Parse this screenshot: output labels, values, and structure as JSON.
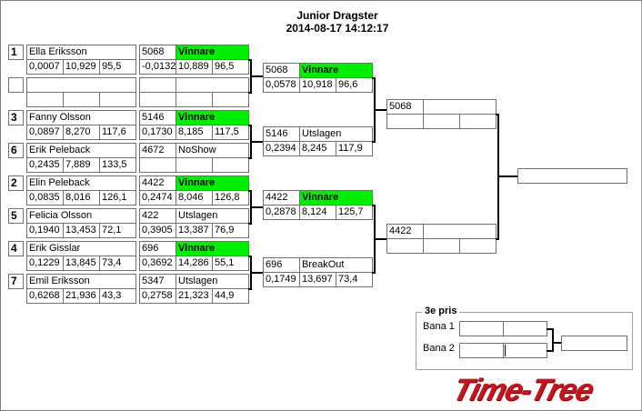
{
  "header": {
    "title": "Junior Dragster",
    "datetime": "2014-08-17 14:12:17"
  },
  "seeds": [
    {
      "seed": "1",
      "name": "Ella Eriksson",
      "rt": "0,0007",
      "et": "10,929",
      "speed": "95,5"
    },
    {
      "seed": "",
      "name": "",
      "rt": "",
      "et": "",
      "speed": ""
    },
    {
      "seed": "3",
      "name": "Fanny Olsson",
      "rt": "0,0897",
      "et": "8,270",
      "speed": "117,6"
    },
    {
      "seed": "6",
      "name": "Erik Peleback",
      "rt": "0,2435",
      "et": "7,889",
      "speed": "133,5"
    },
    {
      "seed": "2",
      "name": "Elin Peleback",
      "rt": "0,0835",
      "et": "8,016",
      "speed": "126,1"
    },
    {
      "seed": "5",
      "name": "Felicia Olsson",
      "rt": "0,1940",
      "et": "13,453",
      "speed": "72,1"
    },
    {
      "seed": "4",
      "name": "Erik Gisslar",
      "rt": "0,1229",
      "et": "13,845",
      "speed": "73,4"
    },
    {
      "seed": "7",
      "name": "Emil Eriksson",
      "rt": "0,6268",
      "et": "21,936",
      "speed": "43,3"
    }
  ],
  "round1": [
    {
      "id": "5068",
      "status": "Vinnare",
      "rt": "-0,0132",
      "et": "10,889",
      "speed": "96,5",
      "winner": true
    },
    {
      "id": "",
      "status": "",
      "rt": "",
      "et": "",
      "speed": "",
      "winner": false
    },
    {
      "id": "5146",
      "status": "Vinnare",
      "rt": "0,1730",
      "et": "8,185",
      "speed": "117,5",
      "winner": true
    },
    {
      "id": "4672",
      "status": "NoShow",
      "rt": "",
      "et": "",
      "speed": "",
      "winner": false
    },
    {
      "id": "4422",
      "status": "Vinnare",
      "rt": "0,2474",
      "et": "8,046",
      "speed": "126,8",
      "winner": true
    },
    {
      "id": "422",
      "status": "Utslagen",
      "rt": "0,3905",
      "et": "13,387",
      "speed": "76,9",
      "winner": false
    },
    {
      "id": "696",
      "status": "Vinnare",
      "rt": "0,3692",
      "et": "14,286",
      "speed": "55,1",
      "winner": true
    },
    {
      "id": "5347",
      "status": "Utslagen",
      "rt": "0,2758",
      "et": "21,323",
      "speed": "44,9",
      "winner": false
    }
  ],
  "round2": [
    {
      "id": "5068",
      "status": "Vinnare",
      "rt": "0,0578",
      "et": "10,918",
      "speed": "96,6",
      "winner": true
    },
    {
      "id": "5146",
      "status": "Utslagen",
      "rt": "0,2394",
      "et": "8,245",
      "speed": "117,9",
      "winner": false
    },
    {
      "id": "4422",
      "status": "Vinnare",
      "rt": "0,2878",
      "et": "8,124",
      "speed": "125,7",
      "winner": true
    },
    {
      "id": "696",
      "status": "BreakOut",
      "rt": "0,1749",
      "et": "13,697",
      "speed": "73,4",
      "winner": false
    }
  ],
  "round3": [
    {
      "id": "5068",
      "status": "",
      "rt": "",
      "et": "",
      "speed": "",
      "winner": false
    },
    {
      "id": "4422",
      "status": "",
      "rt": "",
      "et": "",
      "speed": "",
      "winner": false
    }
  ],
  "final": {
    "value": ""
  },
  "third_place": {
    "label": "3e pris",
    "lane1_label": "Bana 1",
    "lane2_label": "Bana 2"
  },
  "logo": {
    "text": "Time-Tree"
  },
  "colors": {
    "winner": "#00ee00",
    "logo": "#d0101a"
  }
}
